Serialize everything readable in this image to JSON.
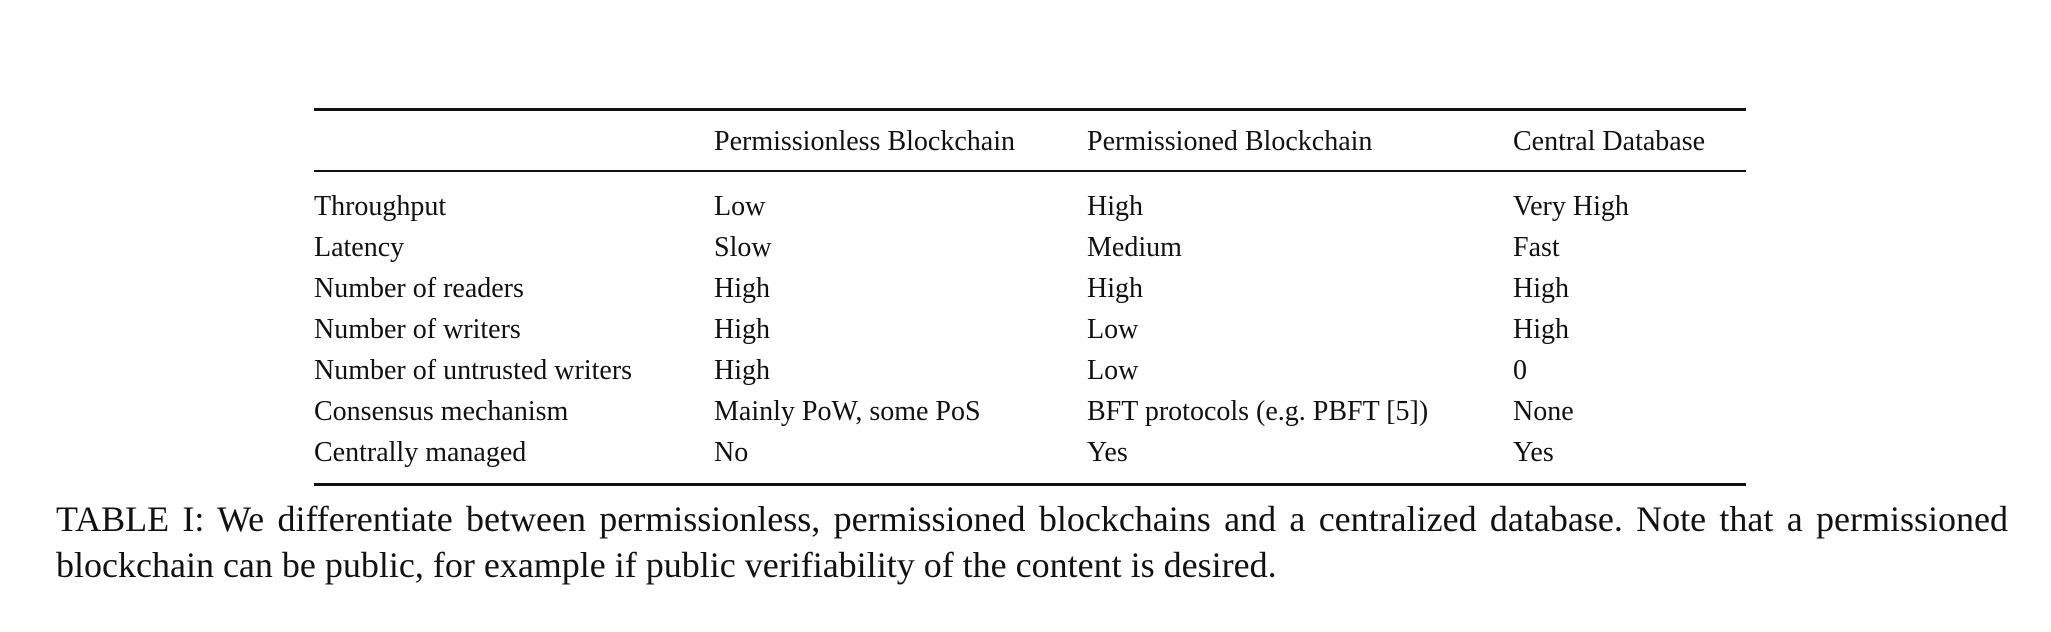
{
  "table": {
    "headers": [
      "",
      "Permissionless Blockchain",
      "Permissioned Blockchain",
      "Central Database"
    ],
    "rows": [
      [
        "Throughput",
        "Low",
        "High",
        "Very High"
      ],
      [
        "Latency",
        "Slow",
        "Medium",
        "Fast"
      ],
      [
        "Number of readers",
        "High",
        "High",
        "High"
      ],
      [
        "Number of writers",
        "High",
        "Low",
        "High"
      ],
      [
        "Number of untrusted writers",
        "High",
        "Low",
        "0"
      ],
      [
        "Consensus mechanism",
        "Mainly PoW, some PoS",
        "BFT protocols (e.g. PBFT [5])",
        "None"
      ],
      [
        "Centrally managed",
        "No",
        "Yes",
        "Yes"
      ]
    ]
  },
  "caption": {
    "text": "TABLE I: We differentiate between permissionless, permissioned blockchains and a centralized database. Note that a permissioned blockchain can be public, for example if public verifiability of the content is desired."
  }
}
